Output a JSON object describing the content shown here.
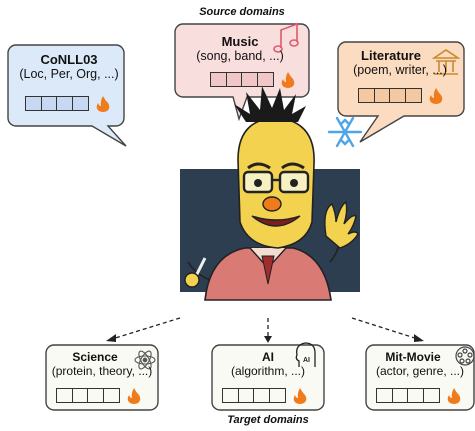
{
  "captions": {
    "source": "Source domains",
    "target": "Target domains"
  },
  "source_domains": [
    {
      "title": "CoNLL03",
      "entities": "(Loc, Per, Org, ...)",
      "fill": "#dbe9f9",
      "cell_fill": "#c6d8f2"
    },
    {
      "title": "Music",
      "entities": "(song, band, ...)",
      "fill": "#f9dede",
      "cell_fill": "#f1c6c6",
      "icon": "music-note-icon"
    },
    {
      "title": "Literature",
      "entities": "(poem, writer, ...)",
      "fill": "#fbdcc0",
      "cell_fill": "#f4c9a2",
      "icon": "library-building-icon"
    }
  ],
  "target_domains": [
    {
      "title": "Science",
      "entities": "(protein, theory, ...)",
      "icon": "atom-icon"
    },
    {
      "title": "AI",
      "entities": "(algorithm, ...)",
      "icon": "ai-head-icon"
    },
    {
      "title": "Mit-Movie",
      "entities": "(actor, genre, ...)",
      "icon": "film-reel-icon"
    }
  ],
  "colors": {
    "frozen": "#4fa6e6",
    "flame": "#f07b1a",
    "target_fill": "#fafaf4",
    "board": "#2c3e50"
  },
  "icons": [
    "snowflake-icon",
    "flame-icon",
    "teacher-character"
  ]
}
